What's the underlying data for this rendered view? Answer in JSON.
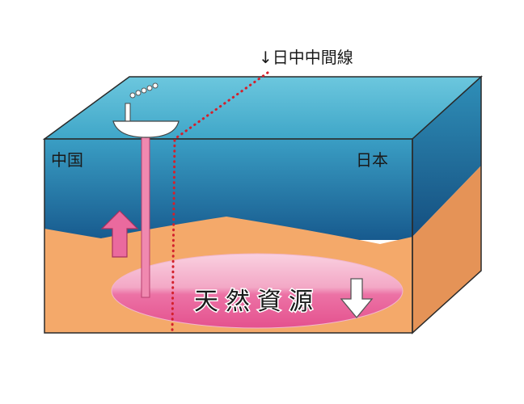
{
  "median_line_label": "↓日中中間線",
  "labels": {
    "left_country": "中国",
    "right_country": "日本",
    "resource": "天然資源"
  },
  "colors": {
    "seabed_front": "#f4a96a",
    "seabed_side": "#e59357",
    "median_line": "#d3202c",
    "pipe": "#f089b0",
    "up_arrow": "#ea6a9e",
    "down_arrow": "#ffffff"
  }
}
